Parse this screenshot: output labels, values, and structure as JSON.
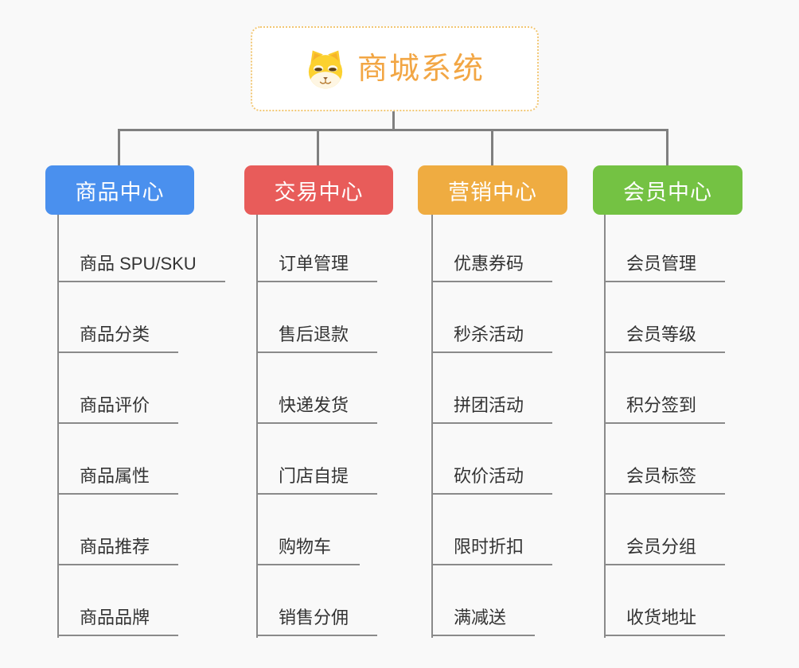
{
  "root": {
    "title": "商城系统",
    "icon": "dog-face-icon"
  },
  "branches": [
    {
      "label": "商品中心",
      "color": "#4A90EE",
      "children": [
        "商品 SPU/SKU",
        "商品分类",
        "商品评价",
        "商品属性",
        "商品推荐",
        "商品品牌"
      ]
    },
    {
      "label": "交易中心",
      "color": "#E85C5A",
      "children": [
        "订单管理",
        "售后退款",
        "快递发货",
        "门店自提",
        "购物车",
        "销售分佣"
      ]
    },
    {
      "label": "营销中心",
      "color": "#EFAC41",
      "children": [
        "优惠券码",
        "秒杀活动",
        "拼团活动",
        "砍价活动",
        "限时折扣",
        "满减送"
      ]
    },
    {
      "label": "会员中心",
      "color": "#74C243",
      "children": [
        "会员管理",
        "会员等级",
        "积分签到",
        "会员标签",
        "会员分组",
        "收货地址"
      ]
    }
  ],
  "colors": {
    "connector": "#808080",
    "subline": "#8A8A8A",
    "background": "#F9F9F9",
    "root_border": "#F2C774",
    "root_text": "#F2A644",
    "leaf_text": "#333333"
  }
}
